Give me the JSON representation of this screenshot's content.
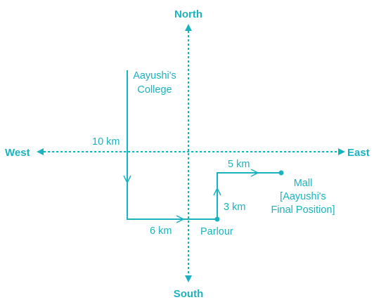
{
  "compass": {
    "north": "North",
    "south": "South",
    "east": "East",
    "west": "West"
  },
  "path": {
    "college_label_line1": "Aayushi's",
    "college_label_line2": "College",
    "leg1_distance": "10 km",
    "leg2_distance": "6 km",
    "leg3_distance": "3 km",
    "leg4_distance": "5 km",
    "parlour_label": "Parlour",
    "mall_label_line1": "Mall",
    "mall_label_line2": "[Aayushi's",
    "mall_label_line3": "Final Position]"
  },
  "colors": {
    "path": "#1bb2bf",
    "axis": "#1bb2bf",
    "label": "#1bb2bf",
    "direction_label": "#1bb2bf"
  }
}
